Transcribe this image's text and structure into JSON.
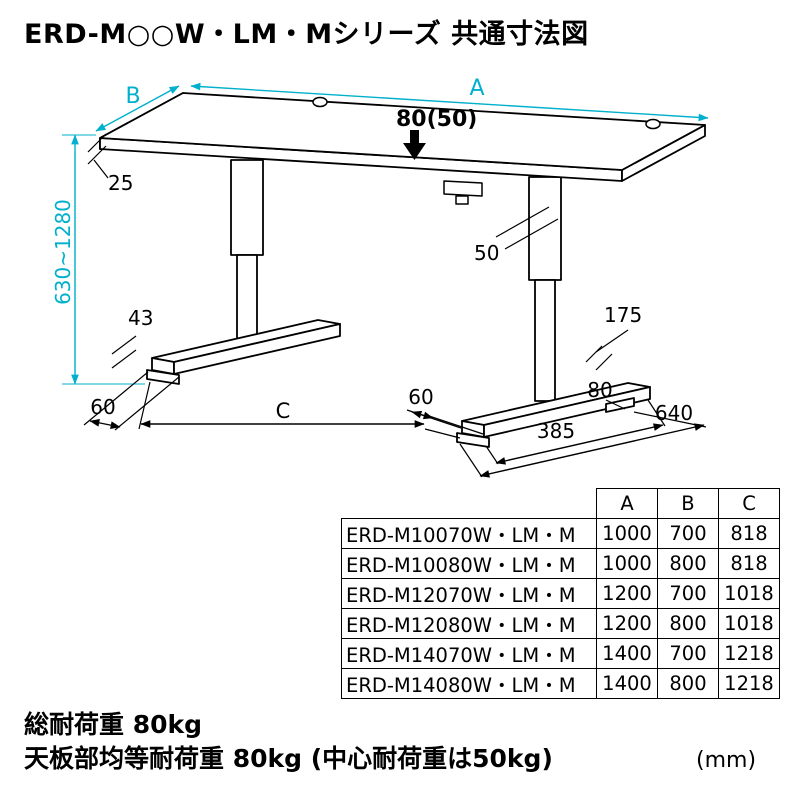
{
  "title": "ERD-M○○W・LM・Mシリーズ 共通寸法図",
  "colors": {
    "accent_cyan": "#00b0cc",
    "line_black": "#000000"
  },
  "diagram": {
    "dim_width": "A",
    "dim_depth": "B",
    "dim_height_range": "630~1280",
    "dim_grommet_offset": "80(50)",
    "dim_top_thickness": "25",
    "dim_column_depth": "50",
    "dim_foot_height": "43",
    "dim_rear_overhang": "175",
    "dim_front_pad_left": "60",
    "dim_feet_span": "C",
    "dim_front_pad_right": "60",
    "dim_foot_inner": "385",
    "dim_rear_pad": "80",
    "dim_foot_total": "640"
  },
  "table": {
    "headers": [
      "A",
      "B",
      "C"
    ],
    "rows": [
      {
        "model": "ERD-M10070W・LM・M",
        "a": "1000",
        "b": "700",
        "c": "818"
      },
      {
        "model": "ERD-M10080W・LM・M",
        "a": "1000",
        "b": "800",
        "c": "818"
      },
      {
        "model": "ERD-M12070W・LM・M",
        "a": "1200",
        "b": "700",
        "c": "1018"
      },
      {
        "model": "ERD-M12080W・LM・M",
        "a": "1200",
        "b": "800",
        "c": "1018"
      },
      {
        "model": "ERD-M14070W・LM・M",
        "a": "1400",
        "b": "700",
        "c": "1218"
      },
      {
        "model": "ERD-M14080W・LM・M",
        "a": "1400",
        "b": "800",
        "c": "1218"
      }
    ]
  },
  "footer": {
    "total_load": "総耐荷重 80kg",
    "surface_load": "天板部均等耐荷重 80kg (中心耐荷重は50kg)",
    "unit": "(mm)"
  }
}
